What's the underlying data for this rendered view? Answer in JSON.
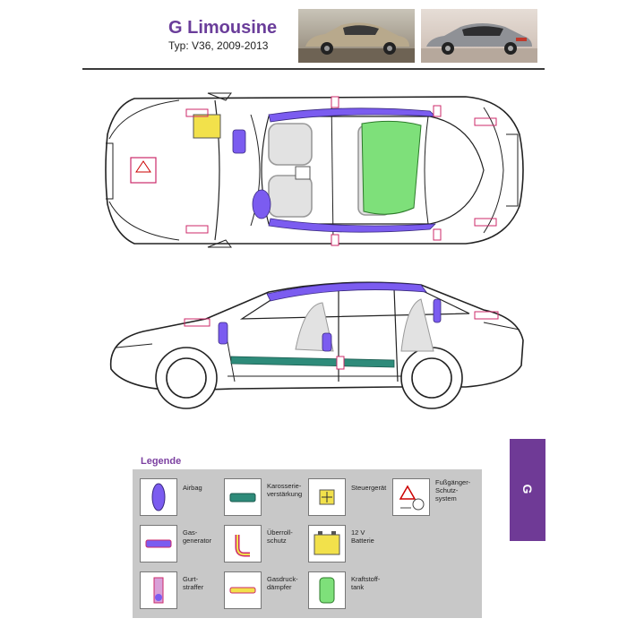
{
  "header": {
    "title": "G Limousine",
    "subtitle": "Typ: V36, 2009-2013"
  },
  "legend": {
    "title": "Legende",
    "items": [
      {
        "label": "Airbag",
        "icon": "airbag-icon"
      },
      {
        "label": "Karosserie-\nverstärkung",
        "icon": "body-reinforcement-icon"
      },
      {
        "label": "Steuergerät",
        "icon": "control-unit-icon"
      },
      {
        "label": "Fußgänger-\nSchutz-\nsystem",
        "icon": "pedestrian-protection-icon"
      },
      {
        "label": "Gas-\ngenerator",
        "icon": "gas-generator-icon"
      },
      {
        "label": "Überroll-\nschutz",
        "icon": "rollover-protection-icon"
      },
      {
        "label": "12 V\nBatterie",
        "icon": "battery-icon"
      },
      {
        "label": "Gurt-\nstraffer",
        "icon": "belt-tensioner-icon"
      },
      {
        "label": "Gasdruck-\ndämpfer",
        "icon": "gas-strut-icon"
      },
      {
        "label": "Kraftstoff-\ntank",
        "icon": "fuel-tank-icon"
      }
    ]
  },
  "side_tab": {
    "label": "G"
  },
  "colors": {
    "airbag": "#7b5cf0",
    "reinforcement": "#2e8b7a",
    "fuel_tank": "#7ee07a",
    "battery": "#f2e14b",
    "marker": "#cc2a6a",
    "accent": "#6f3a96"
  }
}
